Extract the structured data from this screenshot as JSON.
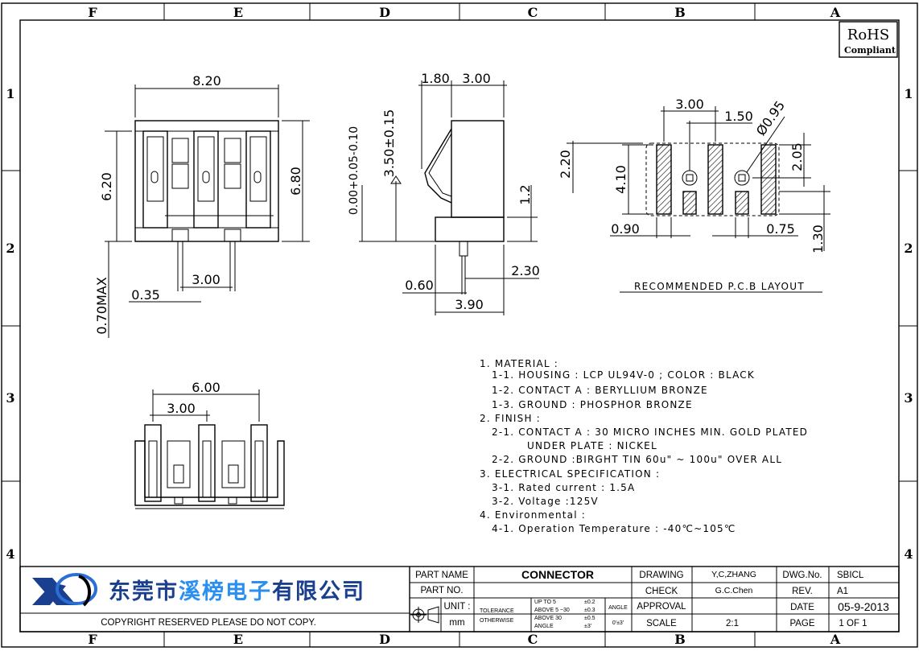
{
  "zones": {
    "columns": [
      "F",
      "E",
      "D",
      "C",
      "B",
      "A"
    ],
    "rows": [
      "1",
      "2",
      "3",
      "4"
    ]
  },
  "rohs": {
    "line1": "RoHS",
    "line2": "Compliant"
  },
  "views": {
    "front": {
      "width": "8.20",
      "height_a": "6.20",
      "height_b": "6.80",
      "pitch": "3.00",
      "pin_width": "0.35",
      "pin_length": "0.70MAX"
    },
    "side": {
      "dim_top_a": "1.80",
      "dim_top_b": "3.00",
      "contact_height": "3.50±0.15",
      "tolerance": "0.00+0.05-0.10",
      "dim_vertical": "1.2",
      "dim_offset": "0.60",
      "dim_pin": "2.30",
      "dim_base": "3.90"
    },
    "pcb": {
      "pitch": "3.00",
      "offset": "1.50",
      "hole": "Ø0.95",
      "height_total": "2.20",
      "pad_height": "4.10",
      "pad_upper": "2.05",
      "pad_width_a": "0.90",
      "pad_width_b": "0.75",
      "pad_small": "1.30",
      "title": "RECOMMENDED  P.C.B  LAYOUT"
    },
    "bottom": {
      "width": "6.00",
      "pitch": "3.00"
    }
  },
  "notes": [
    "1. MATERIAL :",
    "1-1. HOUSING : LCP UL94V-0 ; COLOR : BLACK",
    "1-2. CONTACT A : BERYLLIUM BRONZE",
    "1-3. GROUND : PHOSPHOR BRONZE",
    "2. FINISH :",
    "2-1. CONTACT A : 30 MICRO INCHES MIN. GOLD PLATED",
    "UNDER PLATE : NICKEL",
    "2-2. GROUND :BIRGHT TIN 60u\" ~ 100u\" OVER ALL",
    "3. ELECTRICAL SPECIFICATION :",
    "3-1. Rated current : 1.5A",
    "3-2. Voltage :125V",
    "4. Environmental :",
    "4-1. Operation Temperature : -40℃~105℃"
  ],
  "title_block": {
    "company_part1": "东莞市",
    "company_part2": "溪榜电子",
    "company_part3": "有限公司",
    "copyright": "COPYRIGHT RESERVED PLEASE DO NOT COPY.",
    "part_name_label": "PART NAME",
    "part_name": "CONNECTOR",
    "part_no_label": "PART NO.",
    "unit_label": "UNIT :",
    "unit": "mm",
    "tolerance_label": "TOLERANCE",
    "otherwise_label": "OTHERWISE",
    "tol_up_to_5": "UP TO 5",
    "tol_above_5_30": "ABOVE 5 ~30",
    "tol_above_30": "ABOVE 30",
    "tol_angle": "ANGLE",
    "tol_val_1": "±0.2",
    "tol_val_2": "±0.3",
    "tol_val_3": "±0.5",
    "tol_val_4": "±3'",
    "angle_label": "ANGLE",
    "angle_value": "0'±3'",
    "drawing_label": "DRAWING",
    "drawing": "Y,C,ZHANG",
    "check_label": "CHECK",
    "check": "G.C.Chen",
    "approval_label": "APPROVAL",
    "approval": "",
    "scale_label": "SCALE",
    "scale": "2:1",
    "dwg_no_label": "DWG.No.",
    "dwg_no": "SBICL",
    "rev_label": "REV.",
    "rev": "A1",
    "date_label": "DATE",
    "date": "05-9-2013",
    "page_label": "PAGE",
    "page": "1  OF  1"
  }
}
